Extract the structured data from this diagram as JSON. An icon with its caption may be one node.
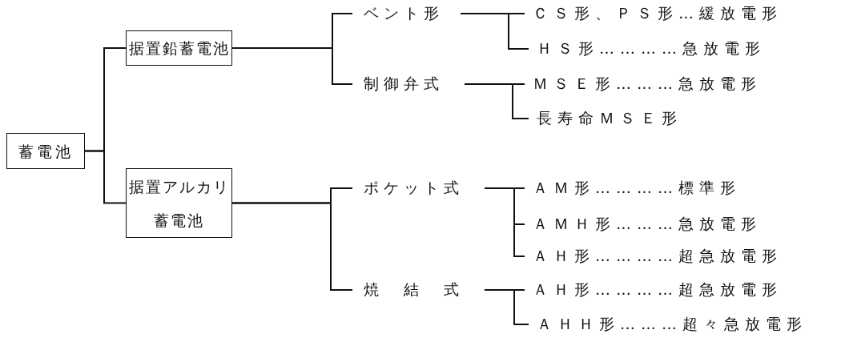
{
  "diagram": {
    "nodes": [
      {
        "text": [
          "蓄電池"
        ]
      },
      {
        "text": [
          "据置鉛蓄電池"
        ]
      },
      {
        "text": [
          "据置アルカリ蓄電池"
        ]
      },
      {
        "text": [
          "ベント形"
        ]
      },
      {
        "text": [
          "制御弁式"
        ]
      },
      {
        "text": [
          "ポケット式"
        ]
      },
      {
        "text": [
          "焼　結　式"
        ]
      },
      {
        "text": [
          "ＣＳ形、ＰＳ形…緩放電形"
        ]
      },
      {
        "text": [
          "ＨＳ形…………急放電形"
        ]
      },
      {
        "text": [
          "ＭＳＥ形………急放電形"
        ]
      },
      {
        "text": [
          "長寿命ＭＳＥ形"
        ]
      },
      {
        "text": [
          "ＡＭ形…………標準形"
        ]
      },
      {
        "text": [
          "ＡＭＨ形………急放電形"
        ]
      },
      {
        "text": [
          "ＡＨ形…………超急放電形"
        ]
      },
      {
        "text": [
          "ＡＨ形…………超急放電形"
        ]
      },
      {
        "text": [
          "ＡＨＨ形………超々急放電形"
        ]
      }
    ],
    "edges": [
      {
        "from": 0,
        "to": 1,
        "arrow": "none"
      },
      {
        "from": 0,
        "to": 2,
        "arrow": "none"
      },
      {
        "from": 1,
        "to": 3,
        "arrow": "none"
      },
      {
        "from": 1,
        "to": 4,
        "arrow": "none"
      },
      {
        "from": 2,
        "to": 5,
        "arrow": "none"
      },
      {
        "from": 2,
        "to": 6,
        "arrow": "none"
      },
      {
        "from": 3,
        "to": 7,
        "arrow": "none"
      },
      {
        "from": 3,
        "to": 8,
        "arrow": "none"
      },
      {
        "from": 4,
        "to": 9,
        "arrow": "none"
      },
      {
        "from": 4,
        "to": 10,
        "arrow": "none"
      },
      {
        "from": 5,
        "to": 11,
        "arrow": "none"
      },
      {
        "from": 5,
        "to": 12,
        "arrow": "none"
      },
      {
        "from": 5,
        "to": 13,
        "arrow": "none"
      },
      {
        "from": 6,
        "to": 14,
        "arrow": "none"
      },
      {
        "from": 6,
        "to": 15,
        "arrow": "none"
      }
    ]
  }
}
